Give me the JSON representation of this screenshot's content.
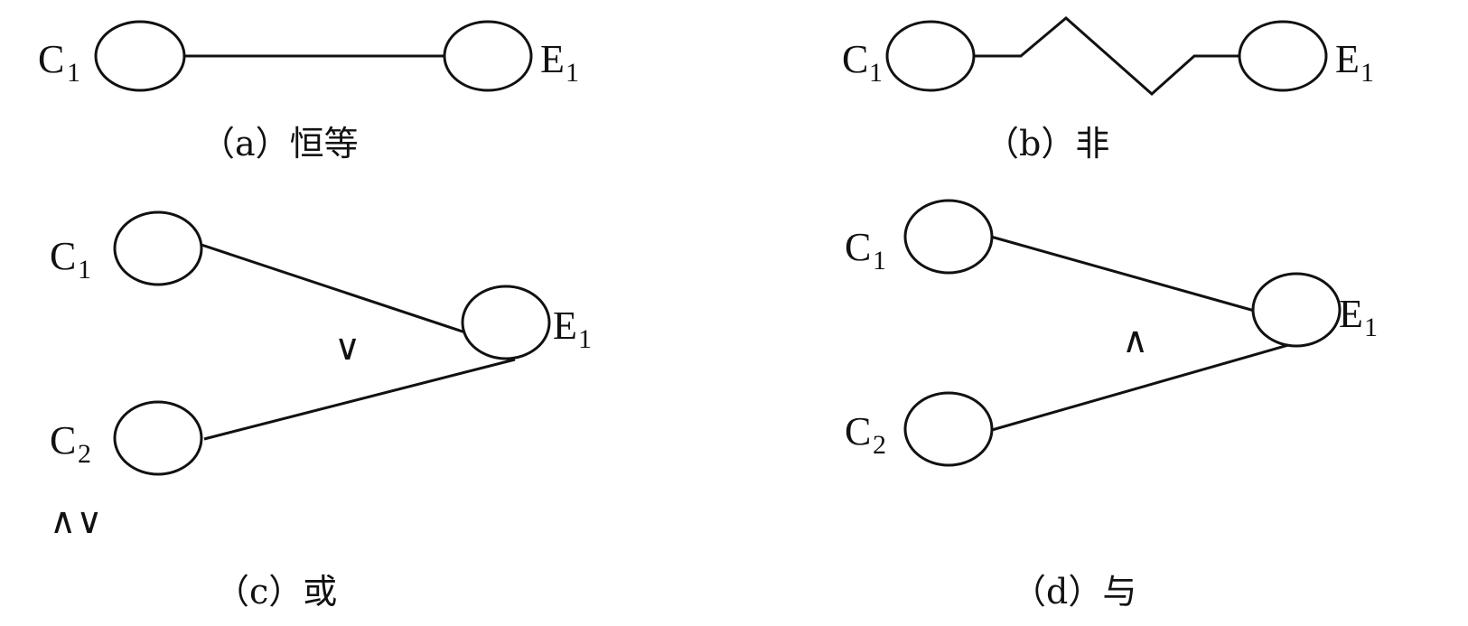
{
  "panels": {
    "a": {
      "caption": "（a）恒等",
      "c1": {
        "main": "C",
        "sub": "1"
      },
      "e1": {
        "main": "E",
        "sub": "1"
      }
    },
    "b": {
      "caption": "（b）非",
      "c1": {
        "main": "C",
        "sub": "1"
      },
      "e1": {
        "main": "E",
        "sub": "1"
      }
    },
    "c": {
      "caption": "（c）或",
      "c1": {
        "main": "C",
        "sub": "1"
      },
      "c2": {
        "main": "C",
        "sub": "2"
      },
      "e1": {
        "main": "E",
        "sub": "1"
      },
      "operator": "∨",
      "legend": "∧∨"
    },
    "d": {
      "caption": "（d）与",
      "c1": {
        "main": "C",
        "sub": "1"
      },
      "c2": {
        "main": "C",
        "sub": "2"
      },
      "e1": {
        "main": "E",
        "sub": "1"
      },
      "operator": "∧"
    }
  }
}
